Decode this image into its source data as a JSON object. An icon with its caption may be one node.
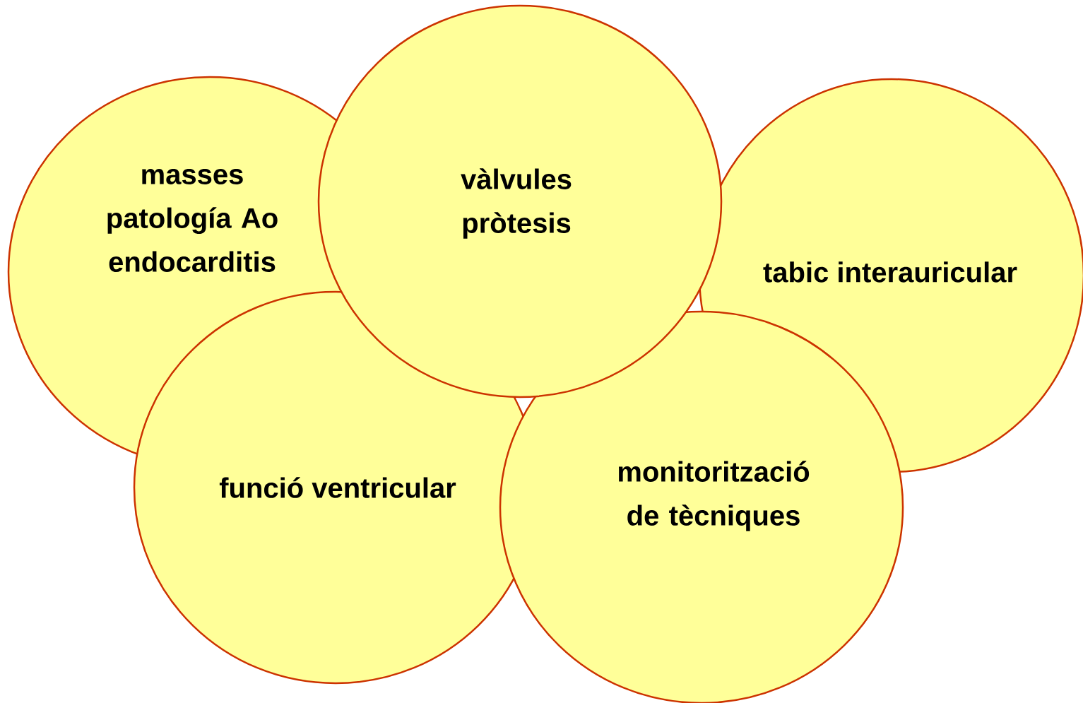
{
  "diagram": {
    "nodes": [
      {
        "text": [
          "vàlvules pròtesis"
        ]
      },
      {
        "text": [
          "masses patología Ao endocarditis"
        ]
      },
      {
        "text": [
          "tabic interauricular"
        ]
      },
      {
        "text": [
          "funció ventricular"
        ]
      },
      {
        "text": [
          "monitorització de tècniques"
        ]
      }
    ]
  }
}
